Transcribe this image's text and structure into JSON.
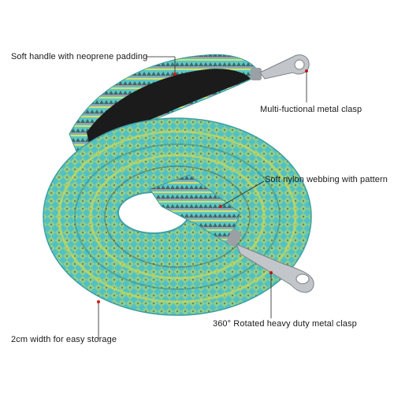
{
  "callouts": {
    "handle": "Soft handle with neoprene padding",
    "clasp_top": "Multi-fuctional metal clasp",
    "webbing": "Soft nylon webbing with pattern",
    "clasp_bottom": "360° Rotated heavy duty metal clasp",
    "width": "2cm width for easy storage"
  },
  "colors": {
    "webbing_teal": "#4fc0c0",
    "webbing_yellow": "#c9d85a",
    "neoprene_black": "#1b1b1b",
    "metal": "#b9bcc0",
    "marker_red": "#d01818"
  }
}
